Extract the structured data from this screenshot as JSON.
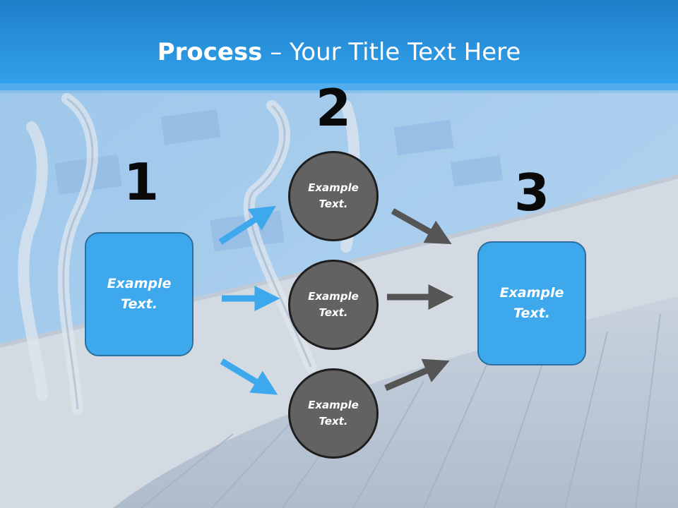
{
  "header": {
    "title_bold": "Process",
    "title_rest": " – Your Title Text Here"
  },
  "steps": {
    "one": {
      "number": "1"
    },
    "two": {
      "number": "2"
    },
    "three": {
      "number": "3"
    }
  },
  "left_box": {
    "line1": "Example",
    "line2": "Text."
  },
  "circles": [
    {
      "line1": "Example",
      "line2": "Text."
    },
    {
      "line1": "Example",
      "line2": "Text."
    },
    {
      "line1": "Example",
      "line2": "Text."
    }
  ],
  "right_box": {
    "line1": "Example",
    "line2": "Text."
  },
  "colors": {
    "header": "#2a9ae6",
    "box": "#3ea8ec",
    "circle": "#626262",
    "arrow_blue": "#3ea8ec",
    "arrow_gray": "#555555"
  }
}
